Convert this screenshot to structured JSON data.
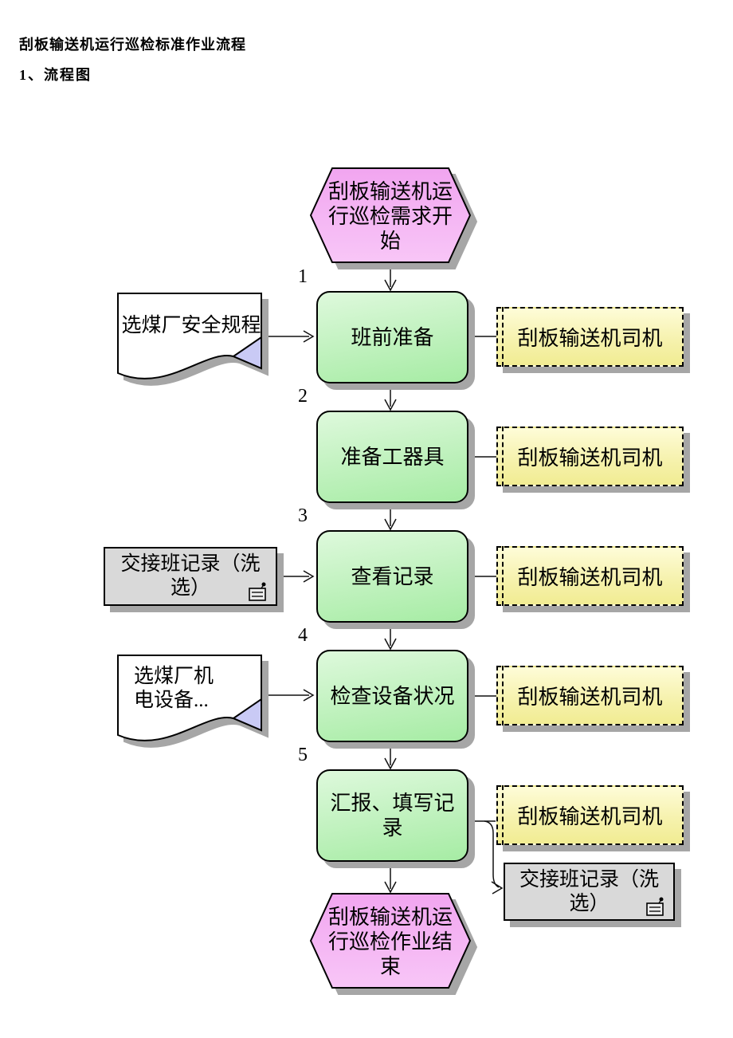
{
  "page": {
    "title": "刮板输送机运行巡检标准作业流程",
    "section_heading": "1、流程图"
  },
  "flowchart": {
    "start_label": "刮板输送机运行巡检需求开始",
    "end_label": "刮板输送机运行巡检作业结束",
    "steps": [
      {
        "num": "1",
        "label": "班前准备",
        "role": "刮板输送机司机"
      },
      {
        "num": "2",
        "label": "准备工器具",
        "role": "刮板输送机司机"
      },
      {
        "num": "3",
        "label": "查看记录",
        "role": "刮板输送机司机"
      },
      {
        "num": "4",
        "label": "检查设备状况",
        "role": "刮板输送机司机"
      },
      {
        "num": "5",
        "label": "汇报、填写记录",
        "role": "刮板输送机司机"
      }
    ],
    "doc_safety": "选煤厂安全规程",
    "doc_equipment_line1": "选煤厂机",
    "doc_equipment_line2": "电设备...",
    "record_input": "交接班记录（洗选）",
    "record_output": "交接班记录（洗选）",
    "colors": {
      "terminator_fill_top": "#f1a5f0",
      "terminator_fill_bottom": "#f8c6f7",
      "task_fill_top": "#def9dc",
      "task_fill_bottom": "#a6eca4",
      "role_fill_top": "#fefcd8",
      "role_fill_bottom": "#f1ec92",
      "record_fill": "#d9d9d9",
      "doc_fold_fill": "#c9caf5",
      "shadow": "#a6a6a6",
      "line": "#111111"
    }
  }
}
